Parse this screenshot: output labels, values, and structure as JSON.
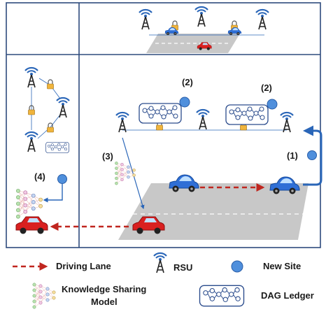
{
  "steps": {
    "s1": "(1)",
    "s2a": "(2)",
    "s2b": "(2)",
    "s3": "(3)",
    "s4": "(4)"
  },
  "legend": {
    "driving_lane": "Driving Lane",
    "rsu": "RSU",
    "new_site": "New Site",
    "knowledge_sharing_line1": "Knowledge Sharing",
    "knowledge_sharing_line2": "Model",
    "dag_ledger": "DAG Ledger"
  },
  "colors": {
    "frame": "#2e4b7d",
    "car_blue": "#2f6fd6",
    "car_red": "#d92020",
    "lane_arrow": "#c0261f",
    "new_site": "#4f8fdc",
    "road": "#c8c8c8",
    "lock": "#f0b43c"
  },
  "icons": [
    "rsu-tower-icon",
    "blue-car-icon",
    "red-car-icon",
    "lock-icon",
    "dag-ledger-icon",
    "neural-network-icon",
    "new-site-dot-icon"
  ]
}
